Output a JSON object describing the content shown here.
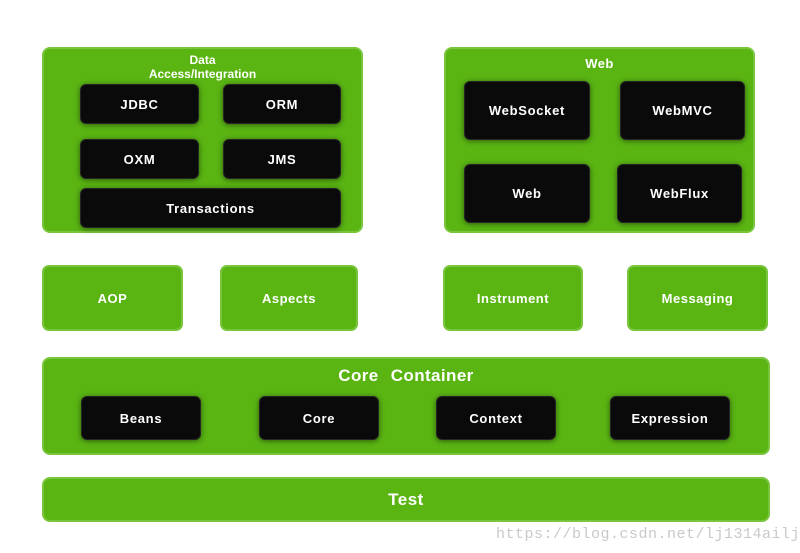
{
  "colors": {
    "green": "#5ab513",
    "green_border": "#79c53e",
    "module_black": "#0a0a0a",
    "text_white": "#ffffff",
    "watermark_gray": "#c9c9c9"
  },
  "diagram": {
    "data_access": {
      "title_line1": "Data",
      "title_line2": "Access/Integration",
      "modules": [
        "JDBC",
        "ORM",
        "OXM",
        "JMS",
        "Transactions"
      ]
    },
    "web": {
      "title": "Web",
      "modules": [
        "WebSocket",
        "WebMVC",
        "Web",
        "WebFlux"
      ]
    },
    "middle_row": [
      "AOP",
      "Aspects",
      "Instrument",
      "Messaging"
    ],
    "core_container": {
      "title": "Core Container",
      "modules": [
        "Beans",
        "Core",
        "Context",
        "Expression"
      ]
    },
    "test": {
      "title": "Test"
    }
  },
  "watermark": "https://blog.csdn.net/lj1314ailj"
}
